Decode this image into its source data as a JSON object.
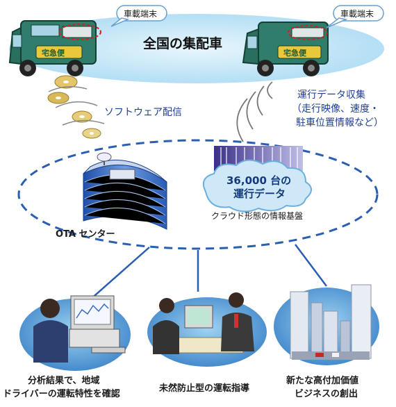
{
  "header": {
    "title": "全国の集配車"
  },
  "vehicles": {
    "terminal_label": "車載端末",
    "body_text": "宅急便"
  },
  "flows": {
    "software_distribution": "ソフトウェア配信",
    "operation_data": [
      "運行データ収集",
      "（走行映像、速度・",
      "駐車位置情報など）"
    ]
  },
  "cloud": {
    "count_line": "36,000 台の",
    "data_line": "運行データ",
    "caption": "クラウド形態の情報基盤"
  },
  "ota_center": {
    "label": "OTA センター"
  },
  "outcomes": [
    {
      "lines": [
        "分析結果で、地域",
        "ドライバーの運転特性を確認"
      ]
    },
    {
      "lines": [
        "未然防止型の運転指導"
      ]
    },
    {
      "lines": [
        "新たな高付加価値",
        "ビジネスの創出"
      ]
    }
  ],
  "colors": {
    "truck_body": "#2f7d6a",
    "sky_ellipse": "#bfe4f6",
    "dash_ellipse": "#2a5fb0",
    "cloud_fill": "#cfe8f7",
    "ota_building": "#3f6fc0",
    "tag_dashed": "#d02020"
  }
}
